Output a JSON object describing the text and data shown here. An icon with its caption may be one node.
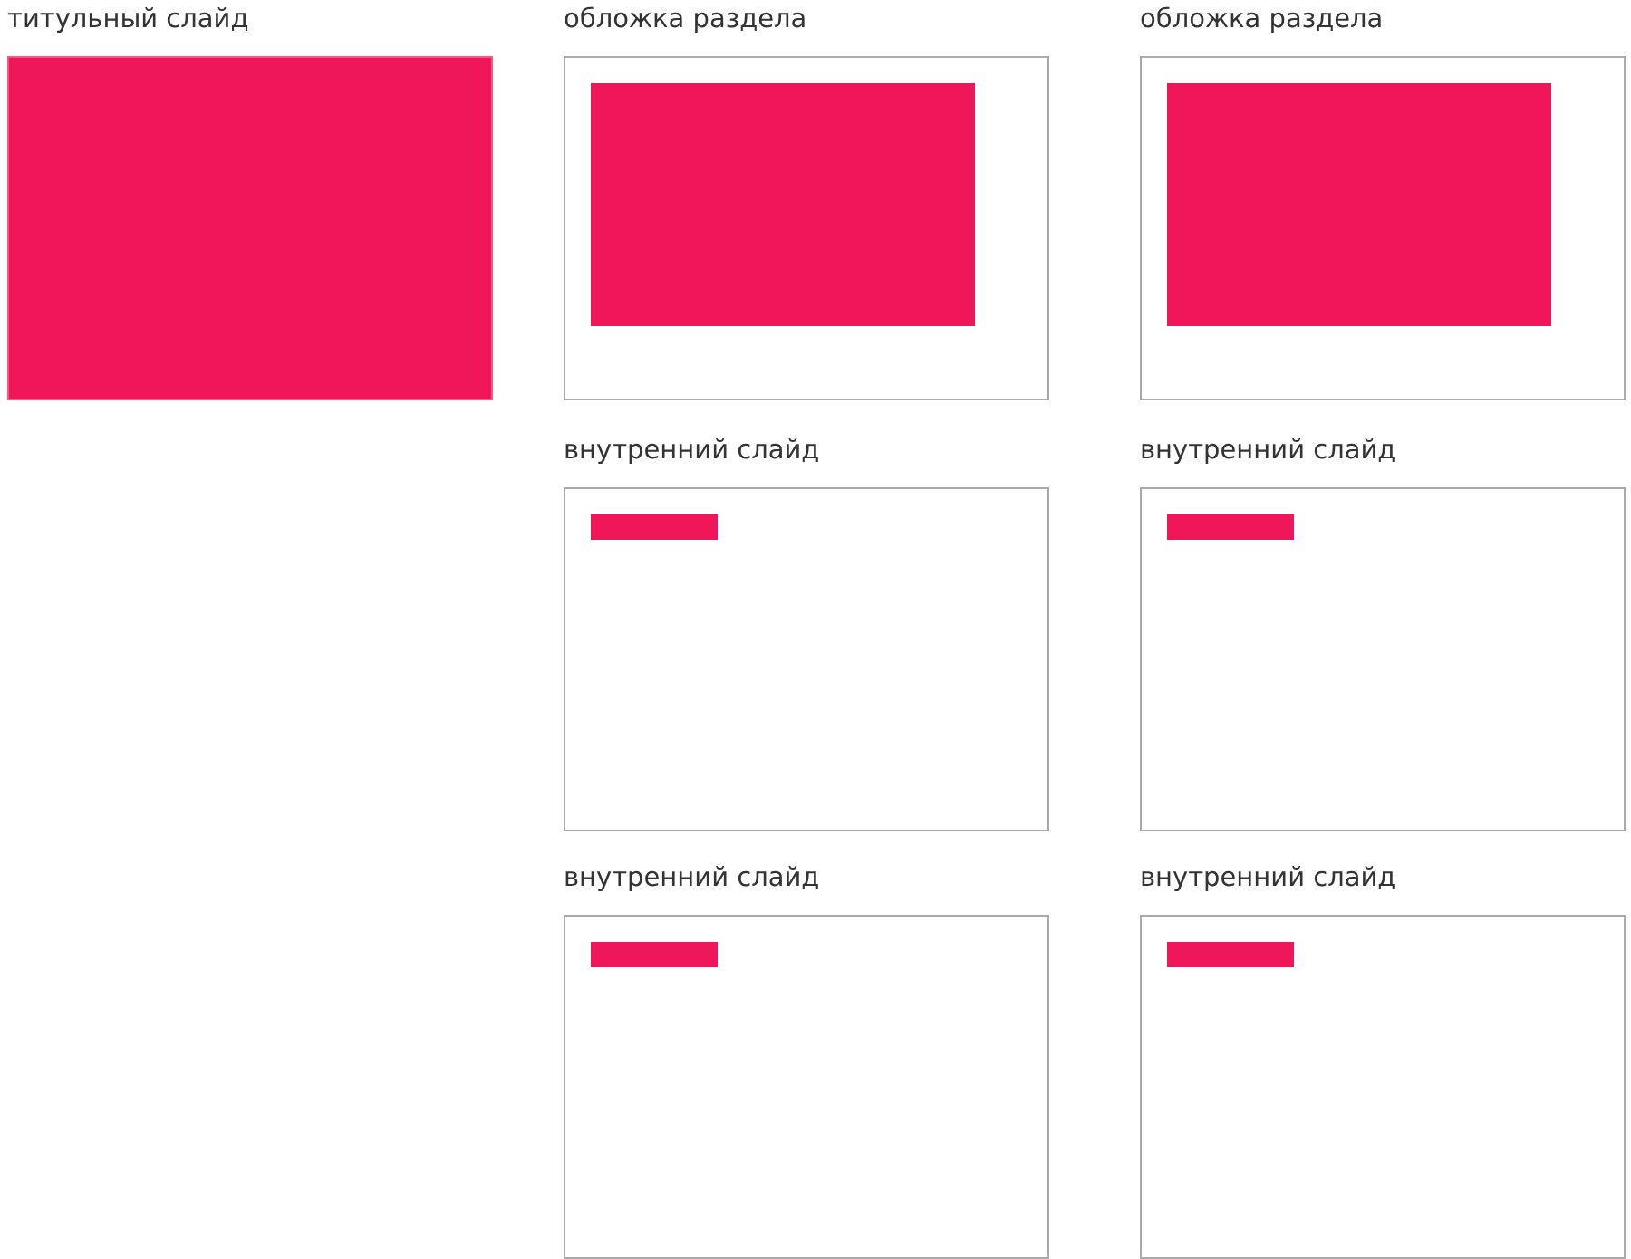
{
  "diagram": {
    "nodes": [
      {
        "text": [
          "титульный слайд"
        ]
      },
      {
        "text": [
          "обложка раздела"
        ]
      },
      {
        "text": [],
        "shape": "box",
        "in": 1
      },
      {
        "text": [
          "обложка раздела"
        ]
      },
      {
        "text": [],
        "shape": "box",
        "in": 3
      },
      {
        "text": [
          "внутренний слайд"
        ]
      },
      {
        "text": [],
        "shape": "bar",
        "in": 5
      },
      {
        "text": [
          "внутренний слайд"
        ]
      },
      {
        "text": [],
        "shape": "bar",
        "in": 7
      },
      {
        "text": [
          "внутренний слайд"
        ]
      },
      {
        "text": [],
        "shape": "bar",
        "in": 9
      },
      {
        "text": [
          "внутренний слайд"
        ]
      },
      {
        "text": [],
        "shape": "bar",
        "in": 11
      }
    ],
    "edges": []
  }
}
